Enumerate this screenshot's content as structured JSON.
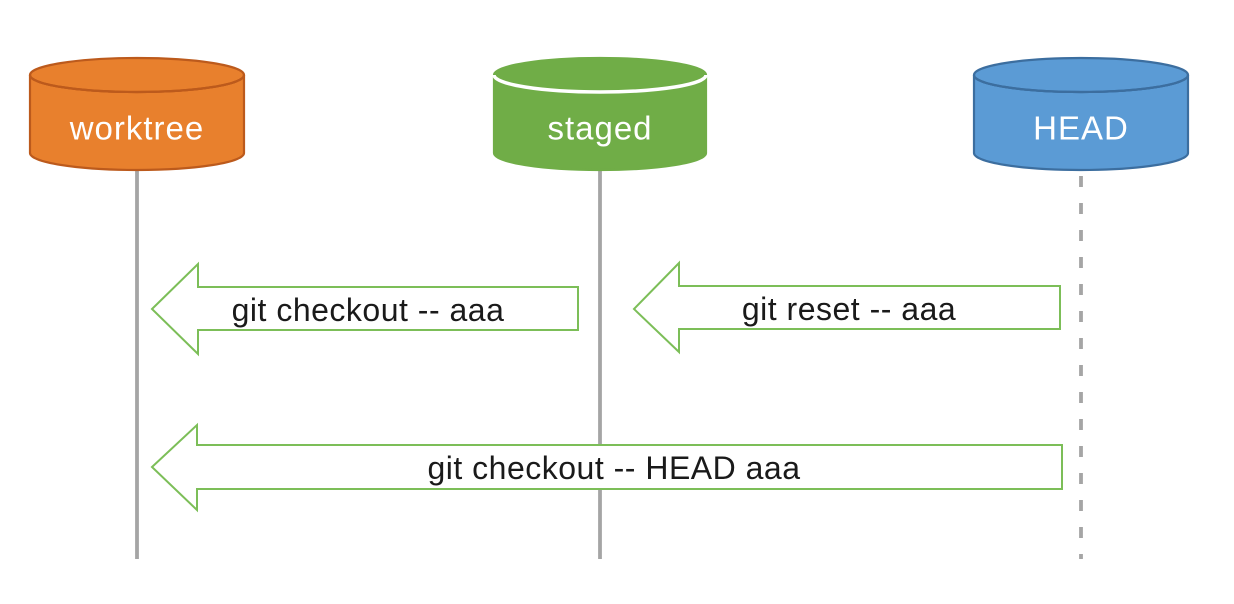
{
  "diagram": {
    "background": "#FFFFFF",
    "stores": [
      {
        "id": "worktree",
        "label": "worktree",
        "fill": "#E8802D",
        "border": "#BC5A1C",
        "divider": "#BC5A1C",
        "text_color": "#FFFFFF"
      },
      {
        "id": "staged",
        "label": "staged",
        "fill": "#70AD47",
        "border": "#70AD47",
        "divider": "#FFFFFF",
        "text_color": "#FFFFFF"
      },
      {
        "id": "head",
        "label": "HEAD",
        "fill": "#5B9BD5",
        "border": "#3C6E9F",
        "divider": "#3C6E9F",
        "text_color": "#FFFFFF"
      }
    ],
    "lifelines": [
      {
        "store": "worktree",
        "style": "solid",
        "color": "#A5A5A5"
      },
      {
        "store": "staged",
        "style": "solid",
        "color": "#A5A5A5"
      },
      {
        "store": "HEAD",
        "style": "dashed",
        "color": "#A5A5A5"
      }
    ],
    "arrows": [
      {
        "label": "git checkout -- aaa",
        "from": "staged",
        "to": "worktree",
        "direction": "left",
        "fill": "#FFFFFF",
        "stroke": "#7CBE58",
        "text_color": "#1A1A1A"
      },
      {
        "label": "git reset -- aaa",
        "from": "HEAD",
        "to": "staged",
        "direction": "left",
        "fill": "#FFFFFF",
        "stroke": "#7CBE58",
        "text_color": "#1A1A1A"
      },
      {
        "label": "git checkout -- HEAD aaa",
        "from": "HEAD",
        "to": "worktree",
        "direction": "left",
        "fill": "#FFFFFF",
        "stroke": "#7CBE58",
        "text_color": "#1A1A1A"
      }
    ]
  }
}
